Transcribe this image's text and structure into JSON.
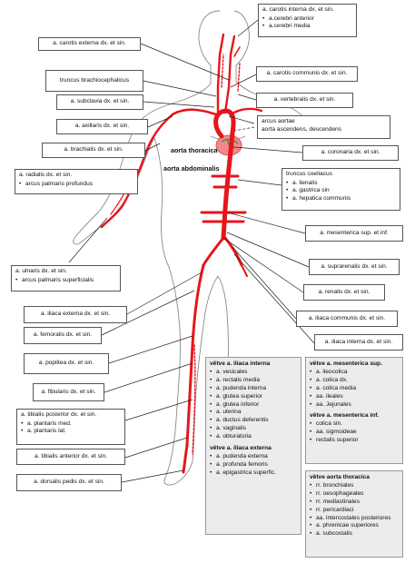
{
  "labels": {
    "carotis_interna": {
      "title": "a. carotis interna dx. et sin.",
      "items": [
        "a.cerebri anterior",
        "a.cerebri media"
      ]
    },
    "carotis_externa": "a. carotis externa dx. et sin.",
    "truncus_brachio": "truncus brachiocephalicus",
    "carotis_communis": "a. carotis communis dx. et sin.",
    "subclavia": "a. subclavia dx. et sin.",
    "vertebralis": "a. vertebralis dx. et sin.",
    "axillaris": "a. axillaris dx. et sin.",
    "arcus_aortae": {
      "line1": "arcus aortae",
      "line2": "aorta ascendens, descendens"
    },
    "brachialis": "a. brachialis dx. et sin.",
    "coronaria": "a. coronaria dx. et sin.",
    "radialis": {
      "title": "a. radialis dx. et sin.",
      "items": [
        "arcus palmaris profundus"
      ]
    },
    "truncus_coeliacus": {
      "title": "truncus coeliacus",
      "items": [
        "a. lienalis",
        "a. gastrica sin",
        "a. hepatica communis"
      ]
    },
    "mesenterica": "a. mesenterica sup. et inf.",
    "ulnaris": {
      "title": "a. ulnaris dx. et sin.",
      "items": [
        "arcus palmaris superficialis"
      ]
    },
    "suprarenalis": "a. suprarenalis dx. et sin.",
    "renalis": "a. renalis dx. et sin.",
    "iliaca_externa": "a. iliaca externa dx. et sin.",
    "iliaca_communis": "a. iliaca communis dx. et sin.",
    "femoralis": "a. femoralis dx. et sin.",
    "iliaca_interna": "a. iliaca interna dx. et sin.",
    "poplitea": "a. poplitea dx. et sin.",
    "fibularis": "a. fibularis dx. et sin.",
    "tibialis_posterior": {
      "title": "a. tibialis posterior dx. et sin.",
      "items": [
        "a. plantaris med.",
        "a. plantaris lat."
      ]
    },
    "tibialis_anterior": "a. tibialis anterior dx. et sin.",
    "dorsalis_pedis": "a. dorsalis pedis dx. et sin.",
    "aorta_thoracica": "aorta thoracica",
    "aorta_abdominalis": "aorta abdominalis"
  },
  "panels": {
    "iliaca_interna": {
      "title": "větve a. iliaca interna",
      "items": [
        "a. vesicales",
        "a. rectalis media",
        "a. pudenda interna",
        "a. glutea superior",
        "a. glutea inferior",
        "a. uterina",
        "a. ductus deferentis",
        "a. vaginalis",
        "a. obturatoria"
      ]
    },
    "iliaca_externa": {
      "title": "větve a. iliaca externa",
      "items": [
        "a. pudenda externa",
        "a. profunda femoris",
        "a. epigastrica superfic."
      ]
    },
    "mesenterica_sup": {
      "title": "větve a. mesenterica sup.",
      "items": [
        "a. ileocolica",
        "a. colica dx.",
        "a. colica media",
        "aa. ileales",
        "aa. Jejunales"
      ]
    },
    "mesenterica_inf": {
      "title": "větve a. mesenterica inf.",
      "items": [
        "colica sin.",
        "aa. sigmoideae",
        "rectalis superior"
      ]
    },
    "aorta_thoracica": {
      "title": "větve aorta thoracica",
      "items": [
        "rr. bronchiales",
        "rr. oesophageales",
        "rr. mediastinales",
        "rr. pericardiaci",
        "aa. intercostales posteriores",
        "a. phrenicae superiores",
        "a. subcostalis"
      ]
    }
  },
  "colors": {
    "artery": "#e8141b",
    "heart": "#f08a8a",
    "outline": "#8a8a8a",
    "panel_bg": "#ececec"
  }
}
